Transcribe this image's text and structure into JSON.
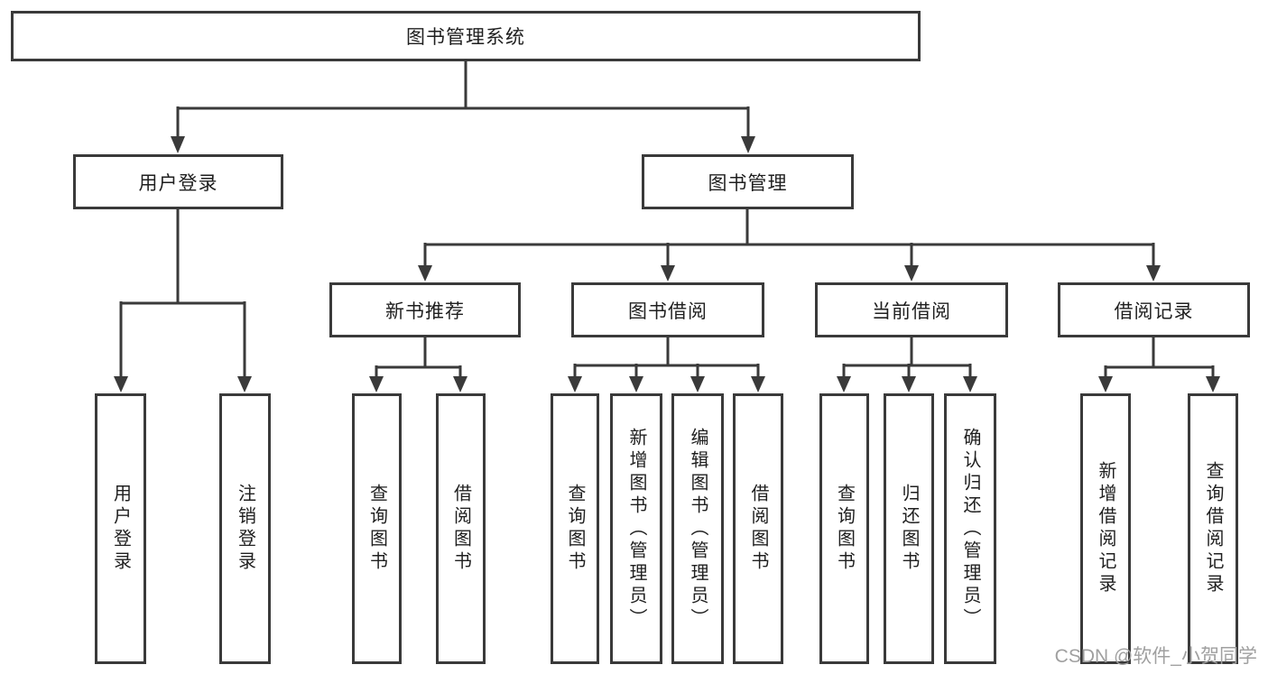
{
  "tree": {
    "root": "图书管理系统",
    "login": {
      "label": "用户登录",
      "leaves": [
        "用户登录",
        "注销登录"
      ]
    },
    "mgmt": {
      "label": "图书管理",
      "groups": [
        {
          "label": "新书推荐",
          "leaves": [
            "查询图书",
            "借阅图书"
          ]
        },
        {
          "label": "图书借阅",
          "leaves": [
            "查询图书",
            "新增图书（管理员）",
            "编辑图书（管理员）",
            "借阅图书"
          ]
        },
        {
          "label": "当前借阅",
          "leaves": [
            "查询图书",
            "归还图书",
            "确认归还（管理员）"
          ]
        },
        {
          "label": "借阅记录",
          "leaves": [
            "新增借阅记录",
            "查询借阅记录"
          ]
        }
      ]
    }
  },
  "watermark": "CSDN @软件_小贺同学",
  "colors": {
    "line": "#3a3a3a",
    "border": "#3a3a3a",
    "text": "#1f1f1f",
    "watermark": "#a0a0a0",
    "background": "#ffffff"
  }
}
